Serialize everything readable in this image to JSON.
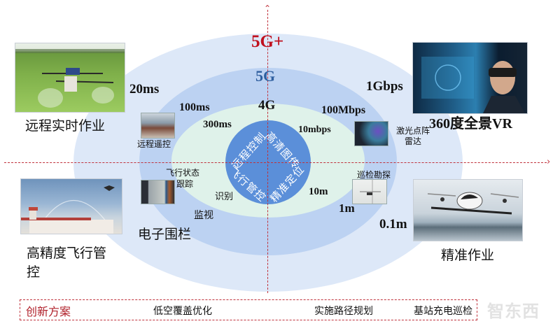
{
  "colors": {
    "outer_ring": "#dde8f8",
    "middle_ring": "#bcd2f2",
    "inner_ring": "#dff2ea",
    "core": "#5b8fd9",
    "axis_dashed": "#c0313b",
    "label_5gplus": "#c0101e",
    "label_5g": "#2f5f9f",
    "footer_title": "#b0202a"
  },
  "generations": {
    "g5plus": "5G+",
    "g5": "5G",
    "g4": "4G"
  },
  "core": {
    "top_left": "远程控制",
    "top_right": "高清图传",
    "bottom_left": "飞行管控",
    "bottom_right": "精准定位"
  },
  "latency": {
    "g5plus": "20ms",
    "g5": "100ms",
    "g4": "300ms"
  },
  "bandwidth": {
    "g5plus": "1Gbps",
    "g5": "100Mbps",
    "g4": "10mbps"
  },
  "precision": {
    "g5plus": "0.1m",
    "g5": "1m",
    "g4": "10m"
  },
  "quadrants": {
    "top_left": {
      "main_label": "远程实时作业",
      "image": "agricultural-spraying-drone-photo",
      "thumb_label": "远程遥控",
      "thumb_image": "remote-control-photo"
    },
    "top_right": {
      "main_label": "360度全景VR",
      "image": "vr-headset-photo",
      "thumb_label_line1": "激光点阵",
      "thumb_label_line2": "雷达",
      "thumb_image": "laser-lidar-photo"
    },
    "bottom_left": {
      "main_label_line1": "高精度飞行管",
      "main_label_line2": "控",
      "image": "airspace-dome-photo",
      "thumb_label_line1": "飞行状态",
      "thumb_label_line2": "跟踪",
      "thumb_image": "flight-tracking-screen",
      "label_identify": "识别",
      "label_monitor": "监视",
      "label_fence": "电子围栏"
    },
    "bottom_right": {
      "main_label": "精准作业",
      "image": "passenger-drone-photo",
      "thumb_label": "巡检勘探",
      "thumb_image": "inspection-drone-photo"
    }
  },
  "footer": {
    "title": "创新方案",
    "items": [
      "低空覆盖优化",
      "实施路径规划",
      "基站充电巡检"
    ]
  },
  "watermark": "智东西"
}
